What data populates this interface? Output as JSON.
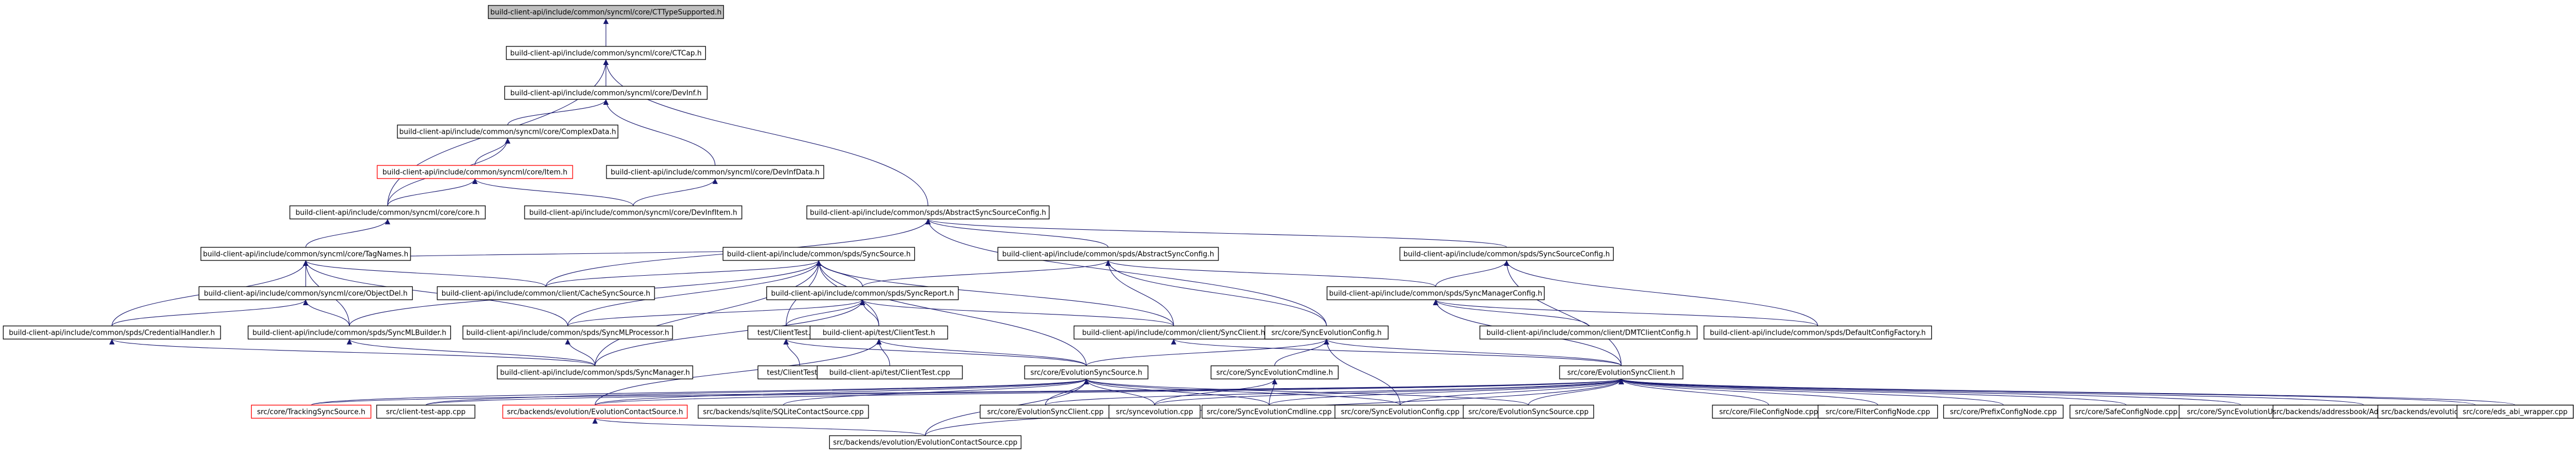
{
  "colors": {
    "edge": "#191970",
    "node_border": "#000000",
    "node_border_missing": "#ff0000",
    "node_fill": "#ffffff",
    "root_fill": "#bfbfbf"
  },
  "nodes": [
    {
      "id": "ctts",
      "label": "build-client-api/include/common/syncml/core/CTTypeSupported.h",
      "root": true
    },
    {
      "id": "ctcap",
      "label": "build-client-api/include/common/syncml/core/CTCap.h"
    },
    {
      "id": "devinf",
      "label": "build-client-api/include/common/syncml/core/DevInf.h"
    },
    {
      "id": "cdata",
      "label": "build-client-api/include/common/syncml/core/ComplexData.h"
    },
    {
      "id": "item",
      "label": "build-client-api/include/common/syncml/core/Item.h",
      "missing": true
    },
    {
      "id": "devinfdata",
      "label": "build-client-api/include/common/syncml/core/DevInfData.h"
    },
    {
      "id": "devinfitem",
      "label": "build-client-api/include/common/syncml/core/DevInfItem.h"
    },
    {
      "id": "core",
      "label": "build-client-api/include/common/syncml/core/core.h"
    },
    {
      "id": "assc",
      "label": "build-client-api/include/common/spds/AbstractSyncSourceConfig.h"
    },
    {
      "id": "tagn",
      "label": "build-client-api/include/common/syncml/core/TagNames.h"
    },
    {
      "id": "syncsrc",
      "label": "build-client-api/include/common/spds/SyncSource.h"
    },
    {
      "id": "asyncc",
      "label": "build-client-api/include/common/spds/AbstractSyncConfig.h"
    },
    {
      "id": "sscfg",
      "label": "build-client-api/include/common/spds/SyncSourceConfig.h"
    },
    {
      "id": "objdel",
      "label": "build-client-api/include/common/syncml/core/ObjectDel.h"
    },
    {
      "id": "cachess",
      "label": "build-client-api/include/common/client/CacheSyncSource.h"
    },
    {
      "id": "sreport",
      "label": "build-client-api/include/common/spds/SyncReport.h"
    },
    {
      "id": "smcfg",
      "label": "build-client-api/include/common/spds/SyncManagerConfig.h"
    },
    {
      "id": "credh",
      "label": "build-client-api/include/common/spds/CredentialHandler.h"
    },
    {
      "id": "smlb",
      "label": "build-client-api/include/common/spds/SyncMLBuilder.h"
    },
    {
      "id": "smlp",
      "label": "build-client-api/include/common/spds/SyncMLProcessor.h"
    },
    {
      "id": "ctest",
      "label": "test/ClientTest.h"
    },
    {
      "id": "actest",
      "label": "build-client-api/test/ClientTest.h"
    },
    {
      "id": "sclient",
      "label": "build-client-api/include/common/client/SyncClient.h"
    },
    {
      "id": "secfg",
      "label": "src/core/SyncEvolutionConfig.h"
    },
    {
      "id": "dmt",
      "label": "build-client-api/include/common/client/DMTClientConfig.h"
    },
    {
      "id": "dcf",
      "label": "build-client-api/include/common/spds/DefaultConfigFactory.h"
    },
    {
      "id": "smgr",
      "label": "build-client-api/include/common/spds/SyncManager.h"
    },
    {
      "id": "ctcpp",
      "label": "test/ClientTest.cpp"
    },
    {
      "id": "actcpp",
      "label": "build-client-api/test/ClientTest.cpp"
    },
    {
      "id": "ess",
      "label": "src/core/EvolutionSyncSource.h"
    },
    {
      "id": "secmd",
      "label": "src/core/SyncEvolutionCmdline.h"
    },
    {
      "id": "esc",
      "label": "src/core/EvolutionSyncClient.h"
    },
    {
      "id": "tss",
      "label": "src/core/TrackingSyncSource.h",
      "missing": true
    },
    {
      "id": "cta",
      "label": "src/client-test-app.cpp"
    },
    {
      "id": "ecs",
      "label": "src/backends/evolution/EvolutionContactSource.h",
      "missing": true
    },
    {
      "id": "sqlite",
      "label": "src/backends/sqlite/SQLiteContactSource.cpp"
    },
    {
      "id": "escpp",
      "label": "src/core/EvolutionSyncClient.cpp"
    },
    {
      "id": "sevo",
      "label": "src/syncevolution.cpp"
    },
    {
      "id": "secmdcpp",
      "label": "src/core/SyncEvolutionCmdline.cpp"
    },
    {
      "id": "secfgcpp",
      "label": "src/core/SyncEvolutionConfig.cpp"
    },
    {
      "id": "esscpp",
      "label": "src/core/EvolutionSyncSource.cpp"
    },
    {
      "id": "fcn",
      "label": "src/core/FileConfigNode.cpp"
    },
    {
      "id": "fltcn",
      "label": "src/core/FilterConfigNode.cpp"
    },
    {
      "id": "pcn",
      "label": "src/core/PrefixConfigNode.cpp"
    },
    {
      "id": "scn",
      "label": "src/core/SafeConfigNode.cpp"
    },
    {
      "id": "seu",
      "label": "src/core/SyncEvolutionUtil.cpp"
    },
    {
      "id": "abs",
      "label": "src/backends/addressbook/AddressBookSource.cpp"
    },
    {
      "id": "ecal",
      "label": "src/backends/evolution/EvolutionCalendarSource.cpp"
    },
    {
      "id": "wrap",
      "label": "src/core/eds_abi_wrapper.cpp"
    },
    {
      "id": "ecscpp",
      "label": "src/backends/evolution/EvolutionContactSource.cpp"
    }
  ],
  "edges": [
    [
      "ctts",
      "ctcap"
    ],
    [
      "ctcap",
      "devinf"
    ],
    [
      "ctcap",
      "core"
    ],
    [
      "ctcap",
      "assc"
    ],
    [
      "devinf",
      "cdata"
    ],
    [
      "devinf",
      "devinfdata"
    ],
    [
      "cdata",
      "item"
    ],
    [
      "cdata",
      "core"
    ],
    [
      "item",
      "core"
    ],
    [
      "item",
      "devinfitem"
    ],
    [
      "devinfdata",
      "devinfitem"
    ],
    [
      "core",
      "tagn"
    ],
    [
      "assc",
      "cachess"
    ],
    [
      "assc",
      "asyncc"
    ],
    [
      "assc",
      "sscfg"
    ],
    [
      "assc",
      "secfg"
    ],
    [
      "tagn",
      "objdel"
    ],
    [
      "tagn",
      "credh"
    ],
    [
      "tagn",
      "smlb"
    ],
    [
      "tagn",
      "smlp"
    ],
    [
      "tagn",
      "cachess"
    ],
    [
      "tagn",
      "syncsrc"
    ],
    [
      "syncsrc",
      "sreport"
    ],
    [
      "syncsrc",
      "smlb"
    ],
    [
      "syncsrc",
      "smlp"
    ],
    [
      "syncsrc",
      "smgr"
    ],
    [
      "syncsrc",
      "ctest"
    ],
    [
      "syncsrc",
      "actest"
    ],
    [
      "syncsrc",
      "sclient"
    ],
    [
      "syncsrc",
      "ess"
    ],
    [
      "syncsrc",
      "cachess"
    ],
    [
      "asyncc",
      "smcfg"
    ],
    [
      "asyncc",
      "sclient"
    ],
    [
      "asyncc",
      "secfg"
    ],
    [
      "asyncc",
      "sreport"
    ],
    [
      "sscfg",
      "smcfg"
    ],
    [
      "sscfg",
      "dcf"
    ],
    [
      "sscfg",
      "esc"
    ],
    [
      "objdel",
      "credh"
    ],
    [
      "objdel",
      "smlb"
    ],
    [
      "sreport",
      "smlp"
    ],
    [
      "sreport",
      "ctest"
    ],
    [
      "sreport",
      "actest"
    ],
    [
      "sreport",
      "sclient"
    ],
    [
      "sreport",
      "smgr"
    ],
    [
      "smcfg",
      "dmt"
    ],
    [
      "smcfg",
      "dcf"
    ],
    [
      "smcfg",
      "esc"
    ],
    [
      "credh",
      "smgr"
    ],
    [
      "smlb",
      "smgr"
    ],
    [
      "smlp",
      "smgr"
    ],
    [
      "ctest",
      "ctcpp"
    ],
    [
      "ctest",
      "ess"
    ],
    [
      "actest",
      "actcpp"
    ],
    [
      "actest",
      "ess"
    ],
    [
      "actest",
      "ecs"
    ],
    [
      "sclient",
      "esc"
    ],
    [
      "secfg",
      "ess"
    ],
    [
      "secfg",
      "secmd"
    ],
    [
      "secfg",
      "esc"
    ],
    [
      "secfg",
      "secfgcpp"
    ],
    [
      "ess",
      "tss"
    ],
    [
      "ess",
      "cta"
    ],
    [
      "ess",
      "ecs"
    ],
    [
      "ess",
      "sqlite"
    ],
    [
      "ess",
      "escpp"
    ],
    [
      "ess",
      "sevo"
    ],
    [
      "ess",
      "secmdcpp"
    ],
    [
      "ess",
      "secfgcpp"
    ],
    [
      "ess",
      "esscpp"
    ],
    [
      "ess",
      "ecscpp"
    ],
    [
      "secmd",
      "sevo"
    ],
    [
      "secmd",
      "secmdcpp"
    ],
    [
      "esc",
      "tss"
    ],
    [
      "esc",
      "cta"
    ],
    [
      "esc",
      "ecs"
    ],
    [
      "esc",
      "escpp"
    ],
    [
      "esc",
      "sevo"
    ],
    [
      "esc",
      "secmdcpp"
    ],
    [
      "esc",
      "secfgcpp"
    ],
    [
      "esc",
      "esscpp"
    ],
    [
      "esc",
      "fcn"
    ],
    [
      "esc",
      "fltcn"
    ],
    [
      "esc",
      "pcn"
    ],
    [
      "esc",
      "scn"
    ],
    [
      "esc",
      "seu"
    ],
    [
      "esc",
      "abs"
    ],
    [
      "esc",
      "ecal"
    ],
    [
      "esc",
      "wrap"
    ],
    [
      "esc",
      "ecscpp"
    ],
    [
      "ecs",
      "ecscpp"
    ]
  ]
}
